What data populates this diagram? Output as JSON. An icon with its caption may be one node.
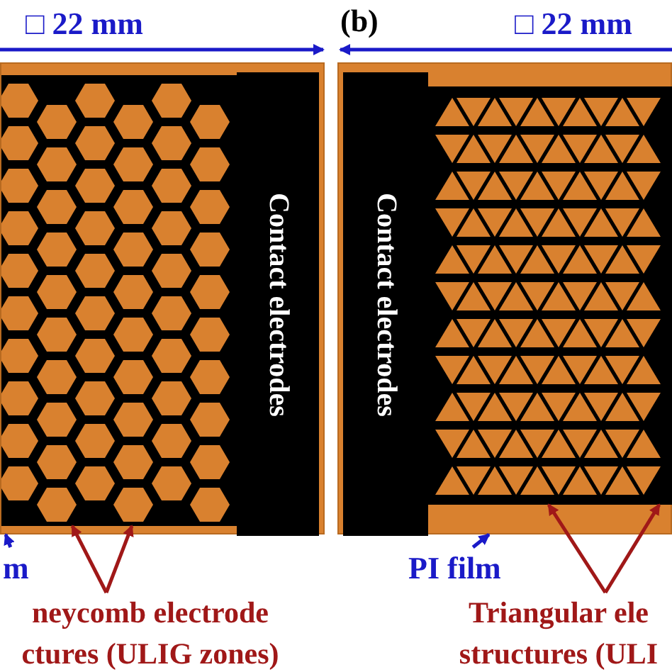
{
  "diagram": {
    "nodes": [
      {
        "text": [],
        "shape": "box"
      },
      {
        "text": [],
        "shape": "box",
        "in": 0
      },
      {
        "text": [
          "Contact electrodes"
        ],
        "in": 0
      },
      {
        "text": [],
        "shape": "box"
      },
      {
        "text": [],
        "shape": "box",
        "in": 3
      },
      {
        "text": [
          "Contact electrodes"
        ],
        "in": 3
      },
      {
        "text": [
          "m"
        ]
      },
      {
        "text": [
          "neycomb electrode ctures (ULIG zones)"
        ]
      },
      {
        "text": [
          "PI film"
        ]
      },
      {
        "text": [
          "Triangular ele structures (ULI"
        ]
      }
    ],
    "edges": [
      {
        "from": 6,
        "to": 0,
        "arrow": "to",
        "color": "#1a1ac8"
      },
      {
        "from": 7,
        "to": 1,
        "arrow": "to"
      },
      {
        "from": 7,
        "to": 1,
        "arrow": "to"
      },
      {
        "from": 8,
        "to": 3,
        "arrow": "to",
        "color": "#1a1ac8"
      },
      {
        "from": 9,
        "to": 4,
        "arrow": "to"
      },
      {
        "from": 9,
        "to": 4,
        "arrow": "to"
      }
    ],
    "labels": [
      "□ 22 mm",
      "(b)",
      "□ 22 mm"
    ]
  }
}
